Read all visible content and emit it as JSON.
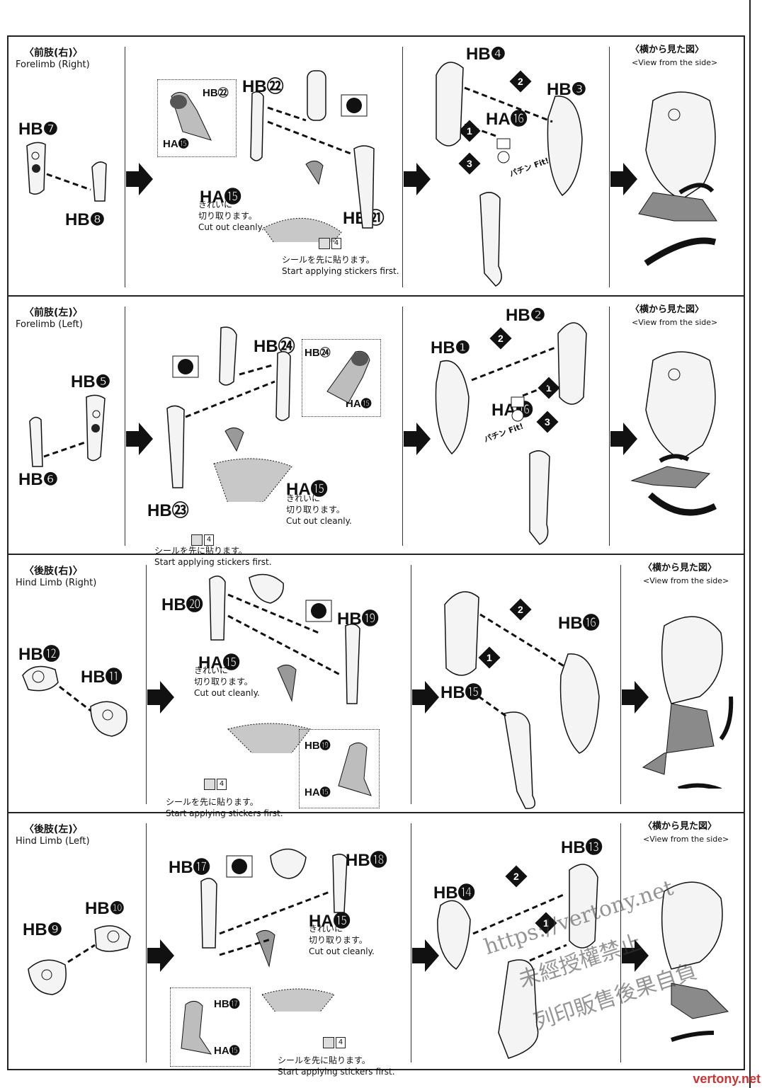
{
  "sections": [
    {
      "title_jp": "〈前肢(右)〉",
      "title_en": "Forelimb (Right)",
      "step1": {
        "a": "HB❼",
        "b": "HB❽"
      },
      "step2": {
        "main": "HB㉒",
        "inset_top": "HB㉒",
        "inset_bottom": "HA⓯",
        "joint": "HA⓯",
        "partner": "HB㉑",
        "cut_jp1": "きれいに",
        "cut_jp2": "切り取ります。",
        "cut_en": "Cut out cleanly.",
        "sticker_num": "4",
        "sticker_jp": "シールを先に貼ります。",
        "sticker_en": "Start applying stickers first."
      },
      "step3": {
        "a": "HB❹",
        "b": "HB❸",
        "c": "HA⓰",
        "fit": "パチン Fit!",
        "s1": "1",
        "s2": "2",
        "s3": "3"
      },
      "side_jp": "〈横から見た図〉",
      "side_en": "<View from the side>"
    },
    {
      "title_jp": "〈前肢(左)〉",
      "title_en": "Forelimb (Left)",
      "step1": {
        "a": "HB❺",
        "b": "HB❻"
      },
      "step2": {
        "main": "HB㉔",
        "inset_top": "HB㉔",
        "inset_bottom": "HA⓯",
        "joint": "HA⓯",
        "partner": "HB㉓",
        "cut_jp1": "きれいに",
        "cut_jp2": "切り取ります。",
        "cut_en": "Cut out cleanly.",
        "sticker_num": "4",
        "sticker_jp": "シールを先に貼ります。",
        "sticker_en": "Start applying stickers first."
      },
      "step3": {
        "a": "HB❷",
        "b": "HB❶",
        "c": "HA⓰",
        "fit": "パチン Fit!",
        "s1": "1",
        "s2": "2",
        "s3": "3"
      },
      "side_jp": "〈横から見た図〉",
      "side_en": "<View from the side>"
    },
    {
      "title_jp": "〈後肢(右)〉",
      "title_en": "Hind Limb (Right)",
      "step1": {
        "a": "HB⓬",
        "b": "HB⓫"
      },
      "step2": {
        "main": "HB⓴",
        "inset_top": "HB⓳",
        "inset_bottom": "HA⓯",
        "joint": "HA⓯",
        "partner": "HB⓳",
        "cut_jp1": "きれいに",
        "cut_jp2": "切り取ります。",
        "cut_en": "Cut out cleanly.",
        "sticker_num": "4",
        "sticker_jp": "シールを先に貼ります。",
        "sticker_en": "Start applying stickers first."
      },
      "step3": {
        "a": "HB⓰",
        "b": "HB⓯",
        "s1": "1",
        "s2": "2"
      },
      "side_jp": "〈横から見た図〉",
      "side_en": "<View from the side>"
    },
    {
      "title_jp": "〈後肢(左)〉",
      "title_en": "Hind Limb (Left)",
      "step1": {
        "a": "HB❿",
        "b": "HB❾"
      },
      "step2": {
        "main": "HB⓲",
        "inset_top": "HB⓱",
        "inset_bottom": "HA⓯",
        "joint": "HA⓯",
        "partner": "HB⓱",
        "cut_jp1": "きれいに",
        "cut_jp2": "切り取ります。",
        "cut_en": "Cut out cleanly.",
        "sticker_num": "4",
        "sticker_jp": "シールを先に貼ります。",
        "sticker_en": "Start applying stickers first."
      },
      "step3": {
        "a": "HB⓭",
        "b": "HB⓮",
        "s1": "1",
        "s2": "2"
      },
      "side_jp": "〈横から見た図〉",
      "side_en": "<View from the side>"
    }
  ],
  "watermark": {
    "line1": "https://vertony.net",
    "line2": "未經授權禁止",
    "line3": "列印販售後果自負"
  },
  "logo": "vertony.net"
}
